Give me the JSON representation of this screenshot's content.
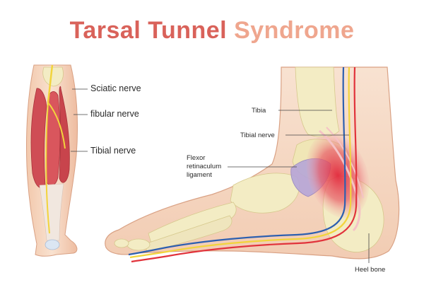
{
  "title": {
    "part1": "Tarsal Tunnel",
    "part2": "Syndrome"
  },
  "leg_labels": {
    "sciatic": "Sciatic nerve",
    "fibular": "fibular nerve",
    "tibial": "Tibial nerve"
  },
  "foot_labels": {
    "tibia": "Tibia",
    "tibial_nerve": "Tibial nerve",
    "flexor_1": "Flexor",
    "flexor_2": "retinaculum",
    "flexor_3": "ligament",
    "heel_bone": "Heel bone"
  },
  "colors": {
    "skin": "#f7dcc8",
    "skin_outline": "#d9a184",
    "bone": "#f3ecc4",
    "muscle": "#cf4d55",
    "nerve": "#f2d43c",
    "artery": "#e1333b",
    "vein": "#2d5fb0",
    "inflammation": "#e23a4a",
    "ligament": "#b6a6d8",
    "title_primary": "#d9625a",
    "title_secondary": "#efa68e"
  }
}
